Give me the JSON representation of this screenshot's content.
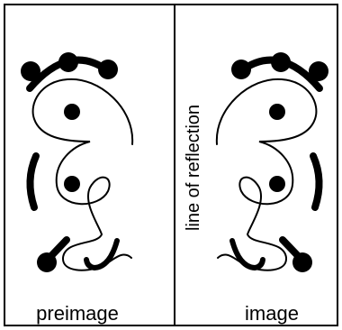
{
  "labels": {
    "left_caption": "preimage",
    "right_caption": "image",
    "mirror_caption": "line of reflection"
  },
  "colors": {
    "ink": "#000000",
    "background": "#ffffff"
  }
}
